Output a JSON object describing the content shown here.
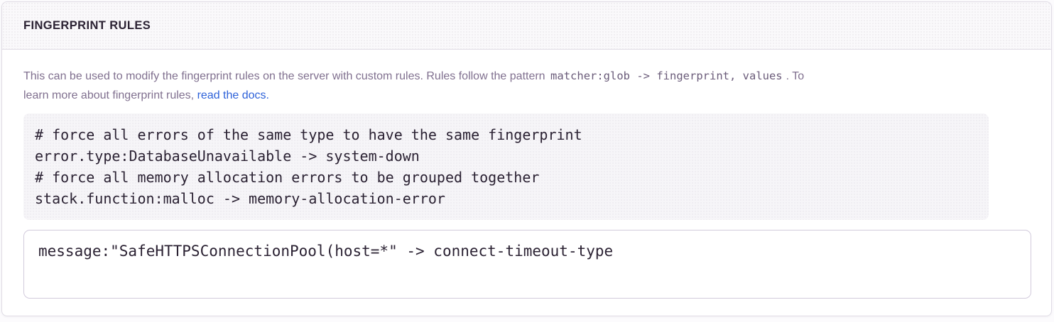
{
  "panel": {
    "title": "FINGERPRINT RULES",
    "description": {
      "text_before": "This can be used to modify the fingerprint rules on the server with custom rules. Rules follow the pattern ",
      "pattern_code": "matcher:glob -> fingerprint, values",
      "text_after_code": ". To",
      "text_line2": "learn more about fingerprint rules, ",
      "link_label": "read the docs."
    },
    "example_code": "# force all errors of the same type to have the same fingerprint\nerror.type:DatabaseUnavailable -> system-down\n# force all memory allocation errors to be grouped together\nstack.function:malloc -> memory-allocation-error",
    "rules_input": {
      "value": "message:\"SafeHTTPSConnectionPool(host=*\" -> connect-timeout-type"
    }
  },
  "colors": {
    "panel_border": "#e0dce5",
    "header_background": "#faf9fb",
    "title_text": "#2b2233",
    "description_text": "#80708f",
    "link_blue": "#2e62d9",
    "code_text": "#2b2233",
    "code_block_background": "#f6f5f8",
    "input_border": "#d2cbdc",
    "page_background": "#fcfbfd"
  }
}
